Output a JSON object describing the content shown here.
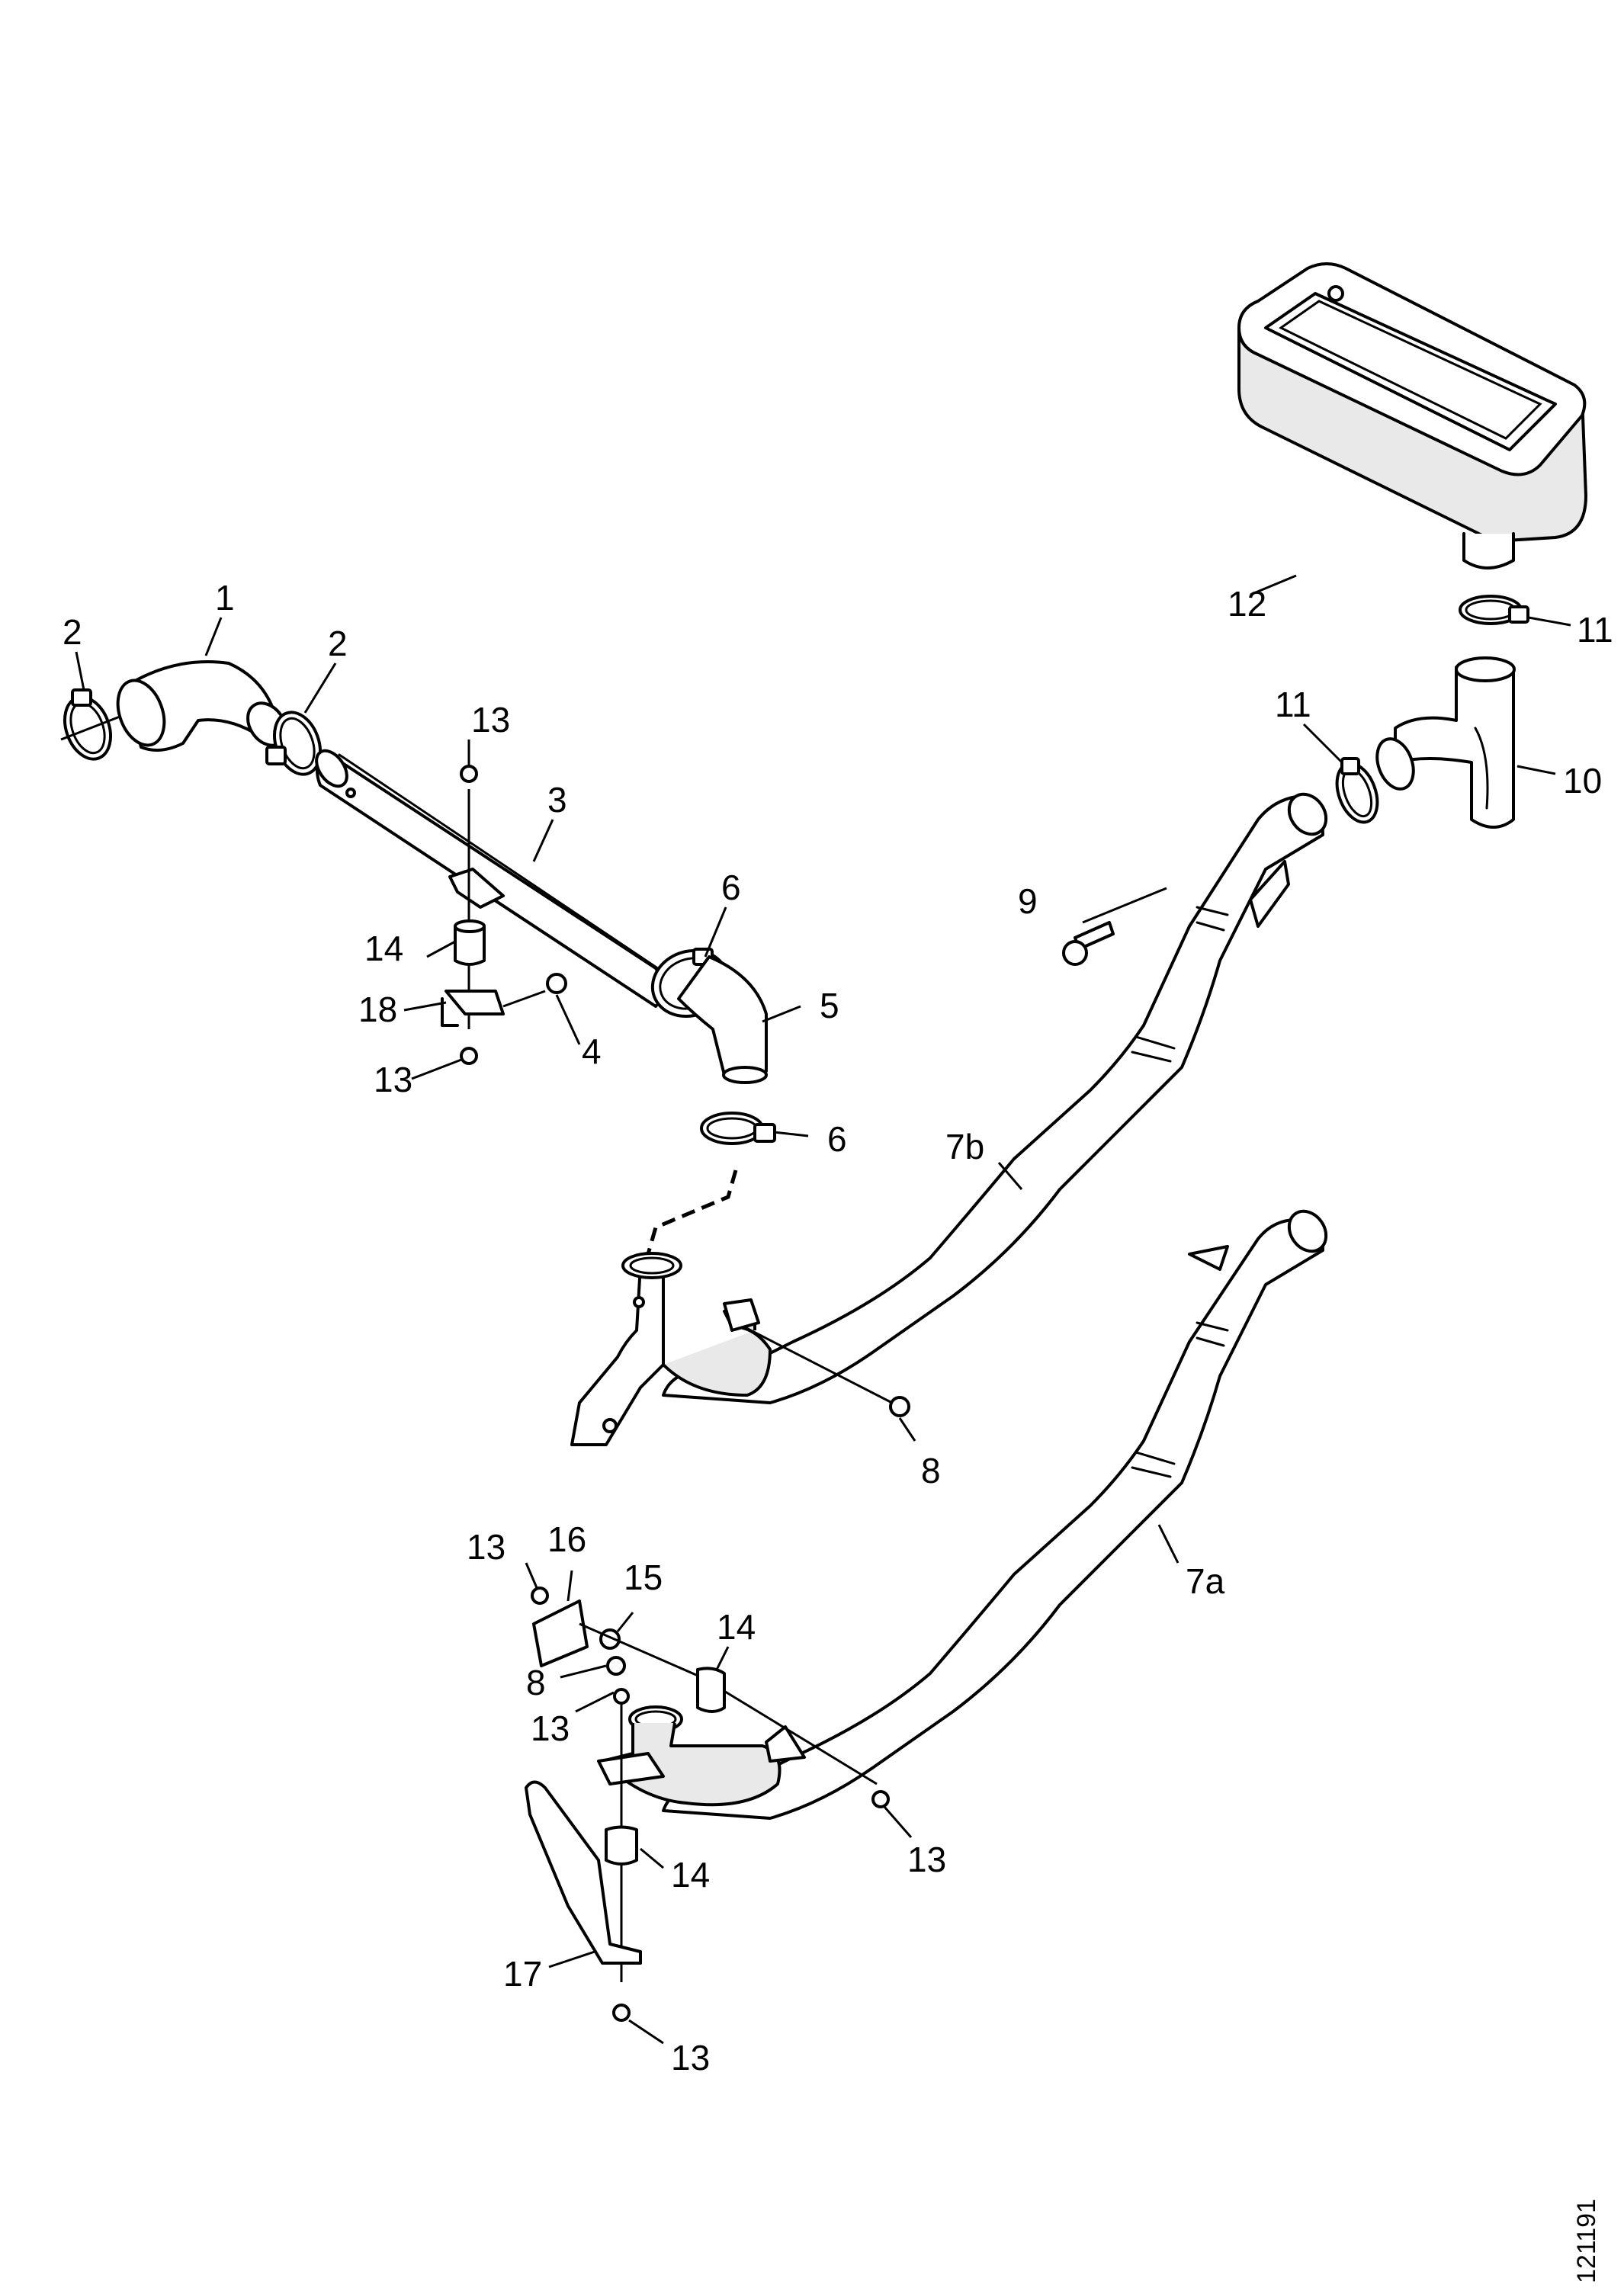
{
  "figure": {
    "reference_number": "121191"
  },
  "labels": {
    "l1": "1",
    "l2a": "2",
    "l2b": "2",
    "l3": "3",
    "l4": "4",
    "l5": "5",
    "l6a": "6",
    "l6b": "6",
    "l7a": "7a",
    "l7b": "7b",
    "l8a": "8",
    "l8b": "8",
    "l9": "9",
    "l10": "10",
    "l11a": "11",
    "l11b": "11",
    "l12": "12",
    "l13a": "13",
    "l13b": "13",
    "l13c": "13",
    "l13d": "13",
    "l13e": "13",
    "l13f": "13",
    "l14a": "14",
    "l14b": "14",
    "l14c": "14",
    "l15": "15",
    "l16": "16",
    "l17": "17",
    "l18": "18"
  }
}
